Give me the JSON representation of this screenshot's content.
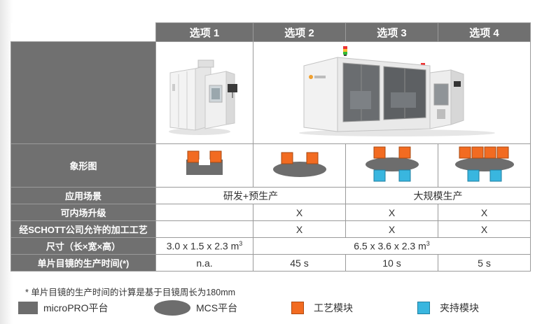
{
  "table": {
    "options": [
      "选项 1",
      "选项 2",
      "选项 3",
      "选项 4"
    ],
    "rows": {
      "diagram": {
        "label": "象形图"
      },
      "scenario": {
        "label": "应用场景",
        "opt1_2": "研发+预生产",
        "opt3_4": "大规模生产"
      },
      "upgrade": {
        "label": "可内场升级",
        "opt2": "X",
        "opt3": "X",
        "opt4": "X"
      },
      "schott": {
        "label": "经SCHOTT公司允许的加工工艺",
        "opt2": "X",
        "opt3": "X",
        "opt4": "X"
      },
      "size": {
        "label": "尺寸（长×宽×高）",
        "opt1": "3.0 x 1.5 x 2.3 m",
        "opt1_sup": "3",
        "opt2_4": "6.5 x 3.6 x 2.3 m",
        "opt2_4_sup": "3"
      },
      "time": {
        "label": "单片目镜的生产时间(*)",
        "opt1": "n.a.",
        "opt2": "45 s",
        "opt3": "10 s",
        "opt4": "5 s"
      }
    }
  },
  "note": "*  单片目镜的生产时间的计算是基于目镜周长为180mm",
  "legend": {
    "items": [
      "microPRO平台",
      "MCS平台",
      "工艺模块",
      "夹持模块"
    ]
  },
  "colors": {
    "header_gray": "#707070",
    "platform_gray": "#6d6d6d",
    "process_orange": "#f26b21",
    "holder_cyan": "#39b6df"
  }
}
